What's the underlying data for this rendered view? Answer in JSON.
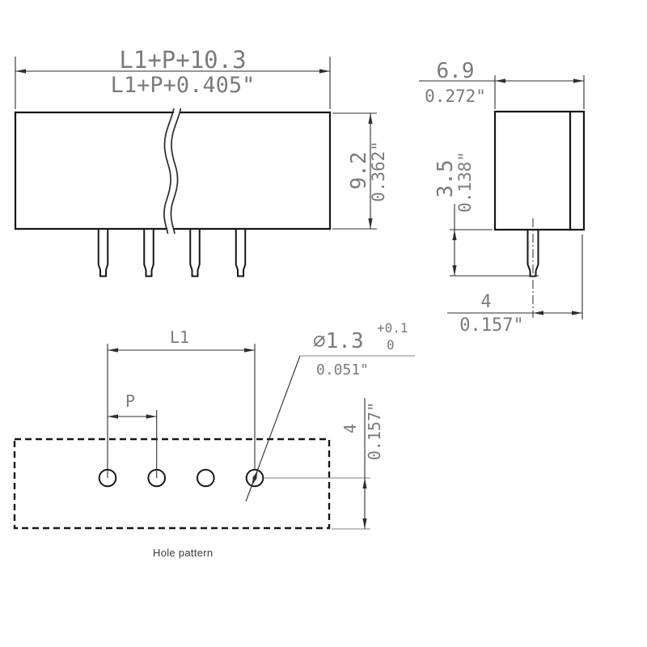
{
  "meta": {
    "background_color": "#ffffff",
    "object_line_color": "#161616",
    "dimension_line_color": "#2e2e2e",
    "dimension_text_color": "#7b7b7b"
  },
  "front_view": {
    "width_mm": "L1+P+10.3",
    "width_in": "L1+P+0.405\"",
    "height_mm": "9.2",
    "height_in": "0.362\""
  },
  "side_view": {
    "width_mm": "6.9",
    "width_in": "0.272\"",
    "pin_length_mm": "3.5",
    "pin_length_in": "0.138\"",
    "pin_offset_mm": "4",
    "pin_offset_in": "0.157\""
  },
  "hole_pattern": {
    "caption": "Hole pattern",
    "span_label": "L1",
    "pitch_label": "P",
    "hole_dia_mm": "⌀1.3",
    "hole_dia_tol_upper": "+0.1",
    "hole_dia_tol_lower": "0",
    "hole_dia_in": "0.051\"",
    "edge_offset_mm": "4",
    "edge_offset_in": "0.157\""
  }
}
